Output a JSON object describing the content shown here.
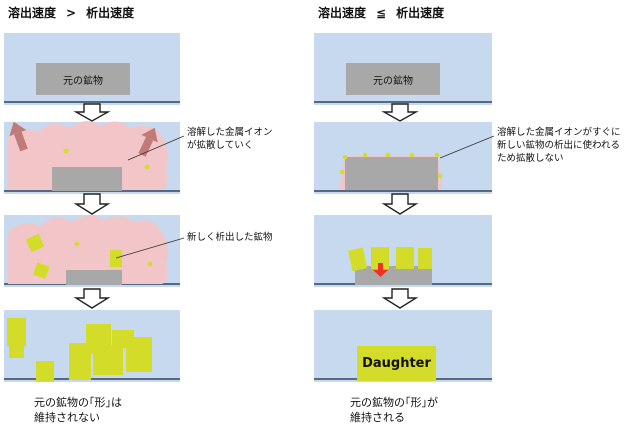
{
  "left": {
    "header_a": "溶出速度",
    "header_op": ">",
    "header_b": "析出速度",
    "original_mineral": "元の鉱物",
    "label_dissolved": "溶解した金属イオン\nが拡散していく",
    "label_new_mineral": "新しく析出した鉱物",
    "caption": "元の鉱物の｢形｣は\n維持されない"
  },
  "right": {
    "header_a": "溶出速度",
    "header_op": "≦",
    "header_b": "析出速度",
    "original_mineral": "元の鉱物",
    "label_dissolved": "溶解した金属イオンがすぐに\n新しい鉱物の析出に使われる\nため拡散しない",
    "daughter": "Daughter",
    "caption": "元の鉱物の｢形｣が\n維持される"
  },
  "colors": {
    "water": "#c6d9ef",
    "floor": "#556a82",
    "mineral": "#a8a8a8",
    "plume": "#f2c6c8",
    "crystal": "#d4dc2a",
    "arrow_out": "#c07a7a",
    "arrow_down": "#ee3124"
  }
}
